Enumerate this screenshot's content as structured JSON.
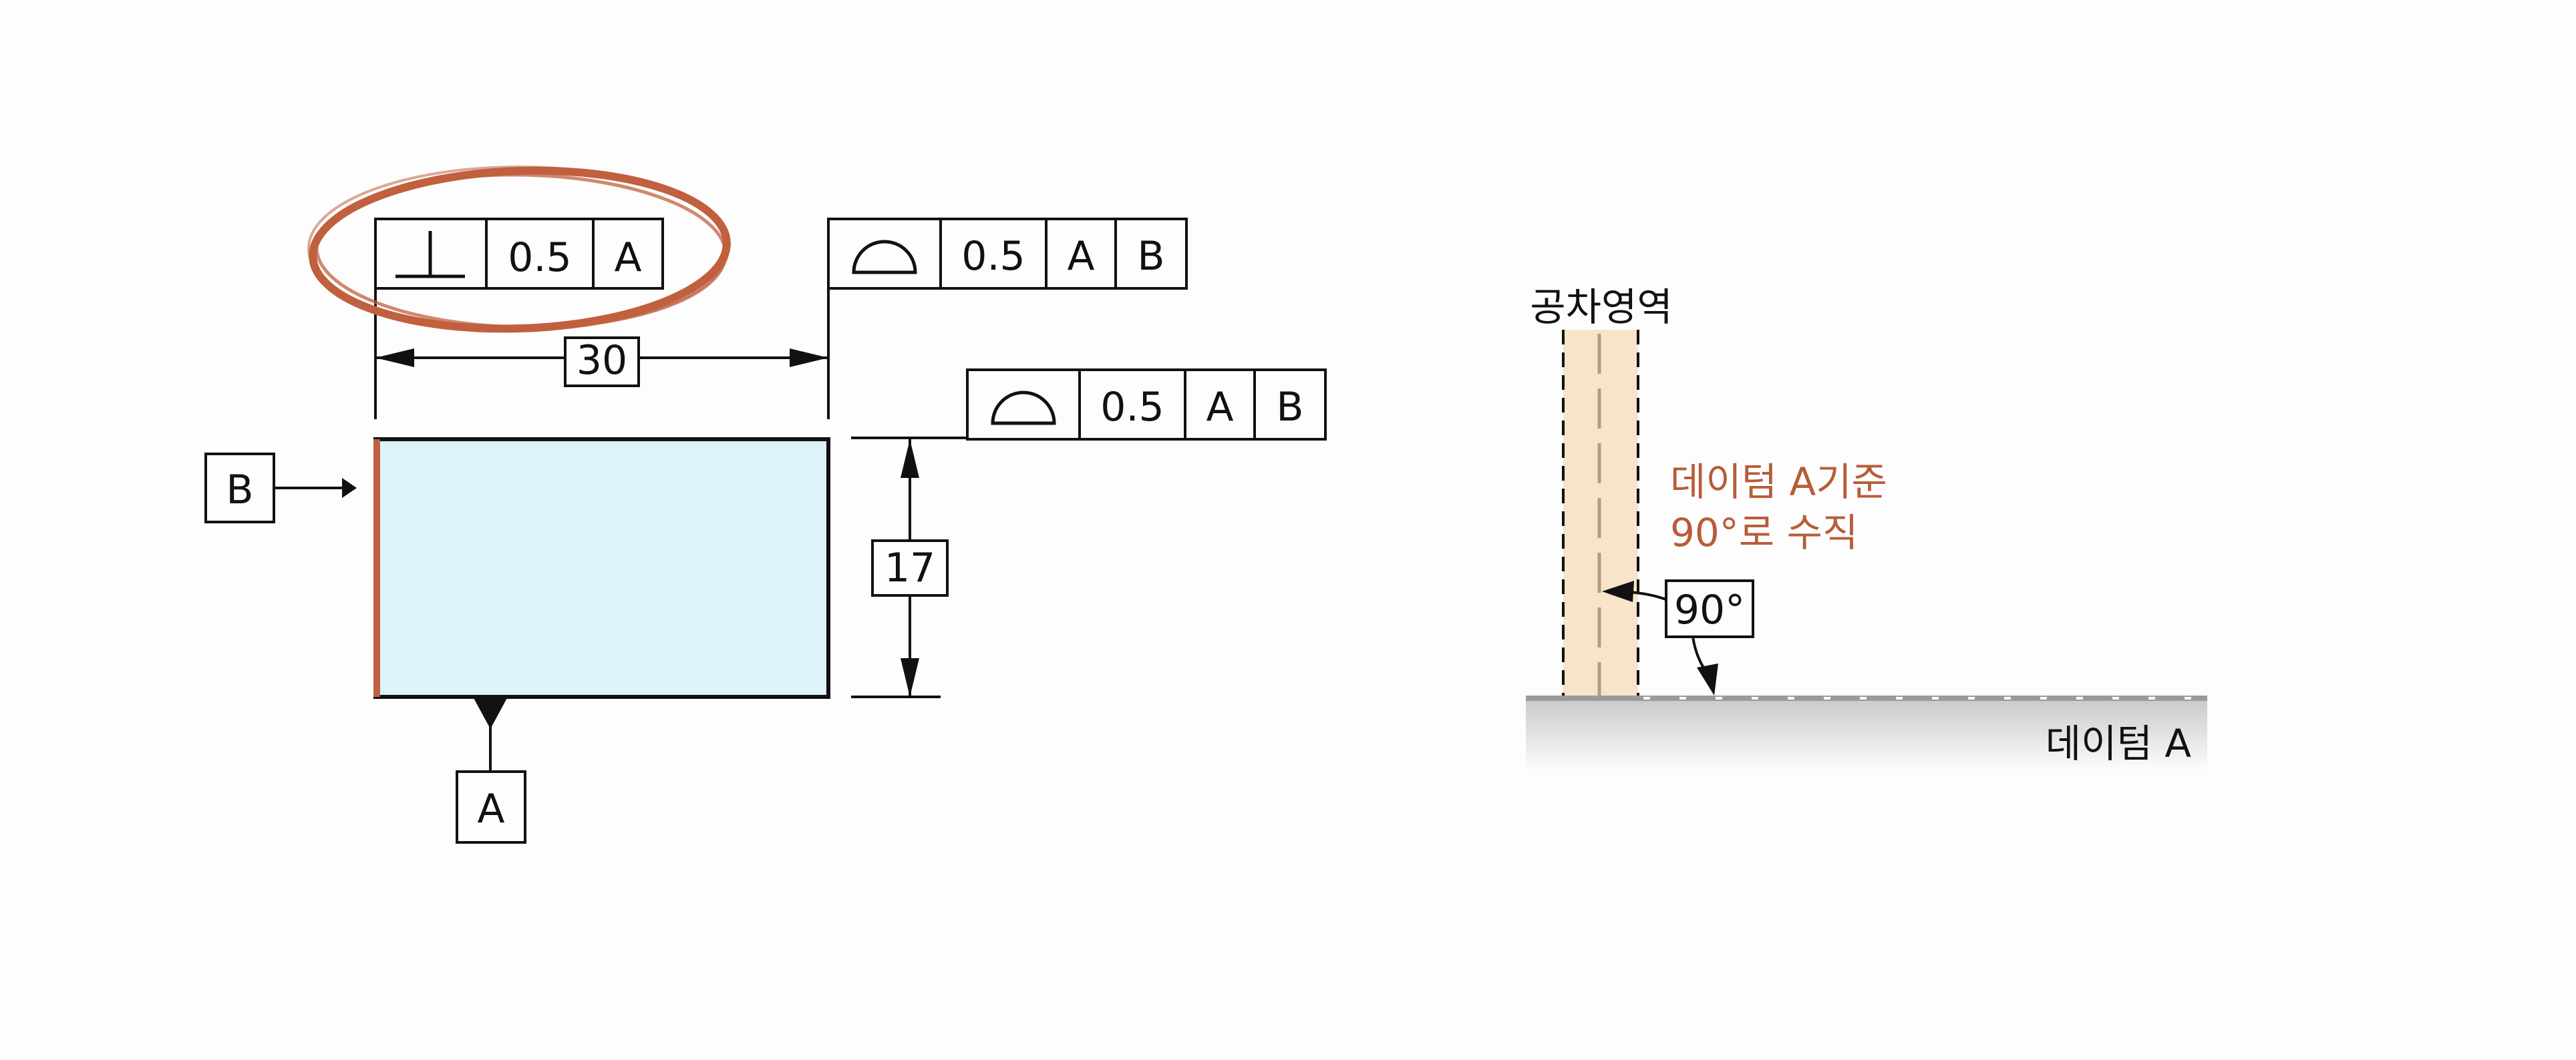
{
  "left_drawing": {
    "perpendicularity_frame": {
      "symbol": "perpendicularity-symbol",
      "tolerance": "0.5",
      "datum": "A"
    },
    "profile_frame_upper": {
      "symbol": "profile-of-surface-symbol",
      "tolerance": "0.5",
      "datum_1": "A",
      "datum_2": "B"
    },
    "profile_frame_lower": {
      "symbol": "profile-of-surface-symbol",
      "tolerance": "0.5",
      "datum_1": "A",
      "datum_2": "B"
    },
    "dimension_width": "30",
    "dimension_height": "17",
    "datum_b_label": "B",
    "datum_a_label": "A"
  },
  "right_drawing": {
    "tolerance_zone_label": "공차영역",
    "annotation_line1": "데이텀 A기준",
    "annotation_line2": "90°로 수직",
    "angle_label": "90°",
    "datum_surface_label": "데이텀 A"
  },
  "colors": {
    "highlight": "#c0603e",
    "part_fill": "#dcf3f7",
    "zone_fill": "#f8e3cb",
    "annotation_text": "#b85c38"
  }
}
